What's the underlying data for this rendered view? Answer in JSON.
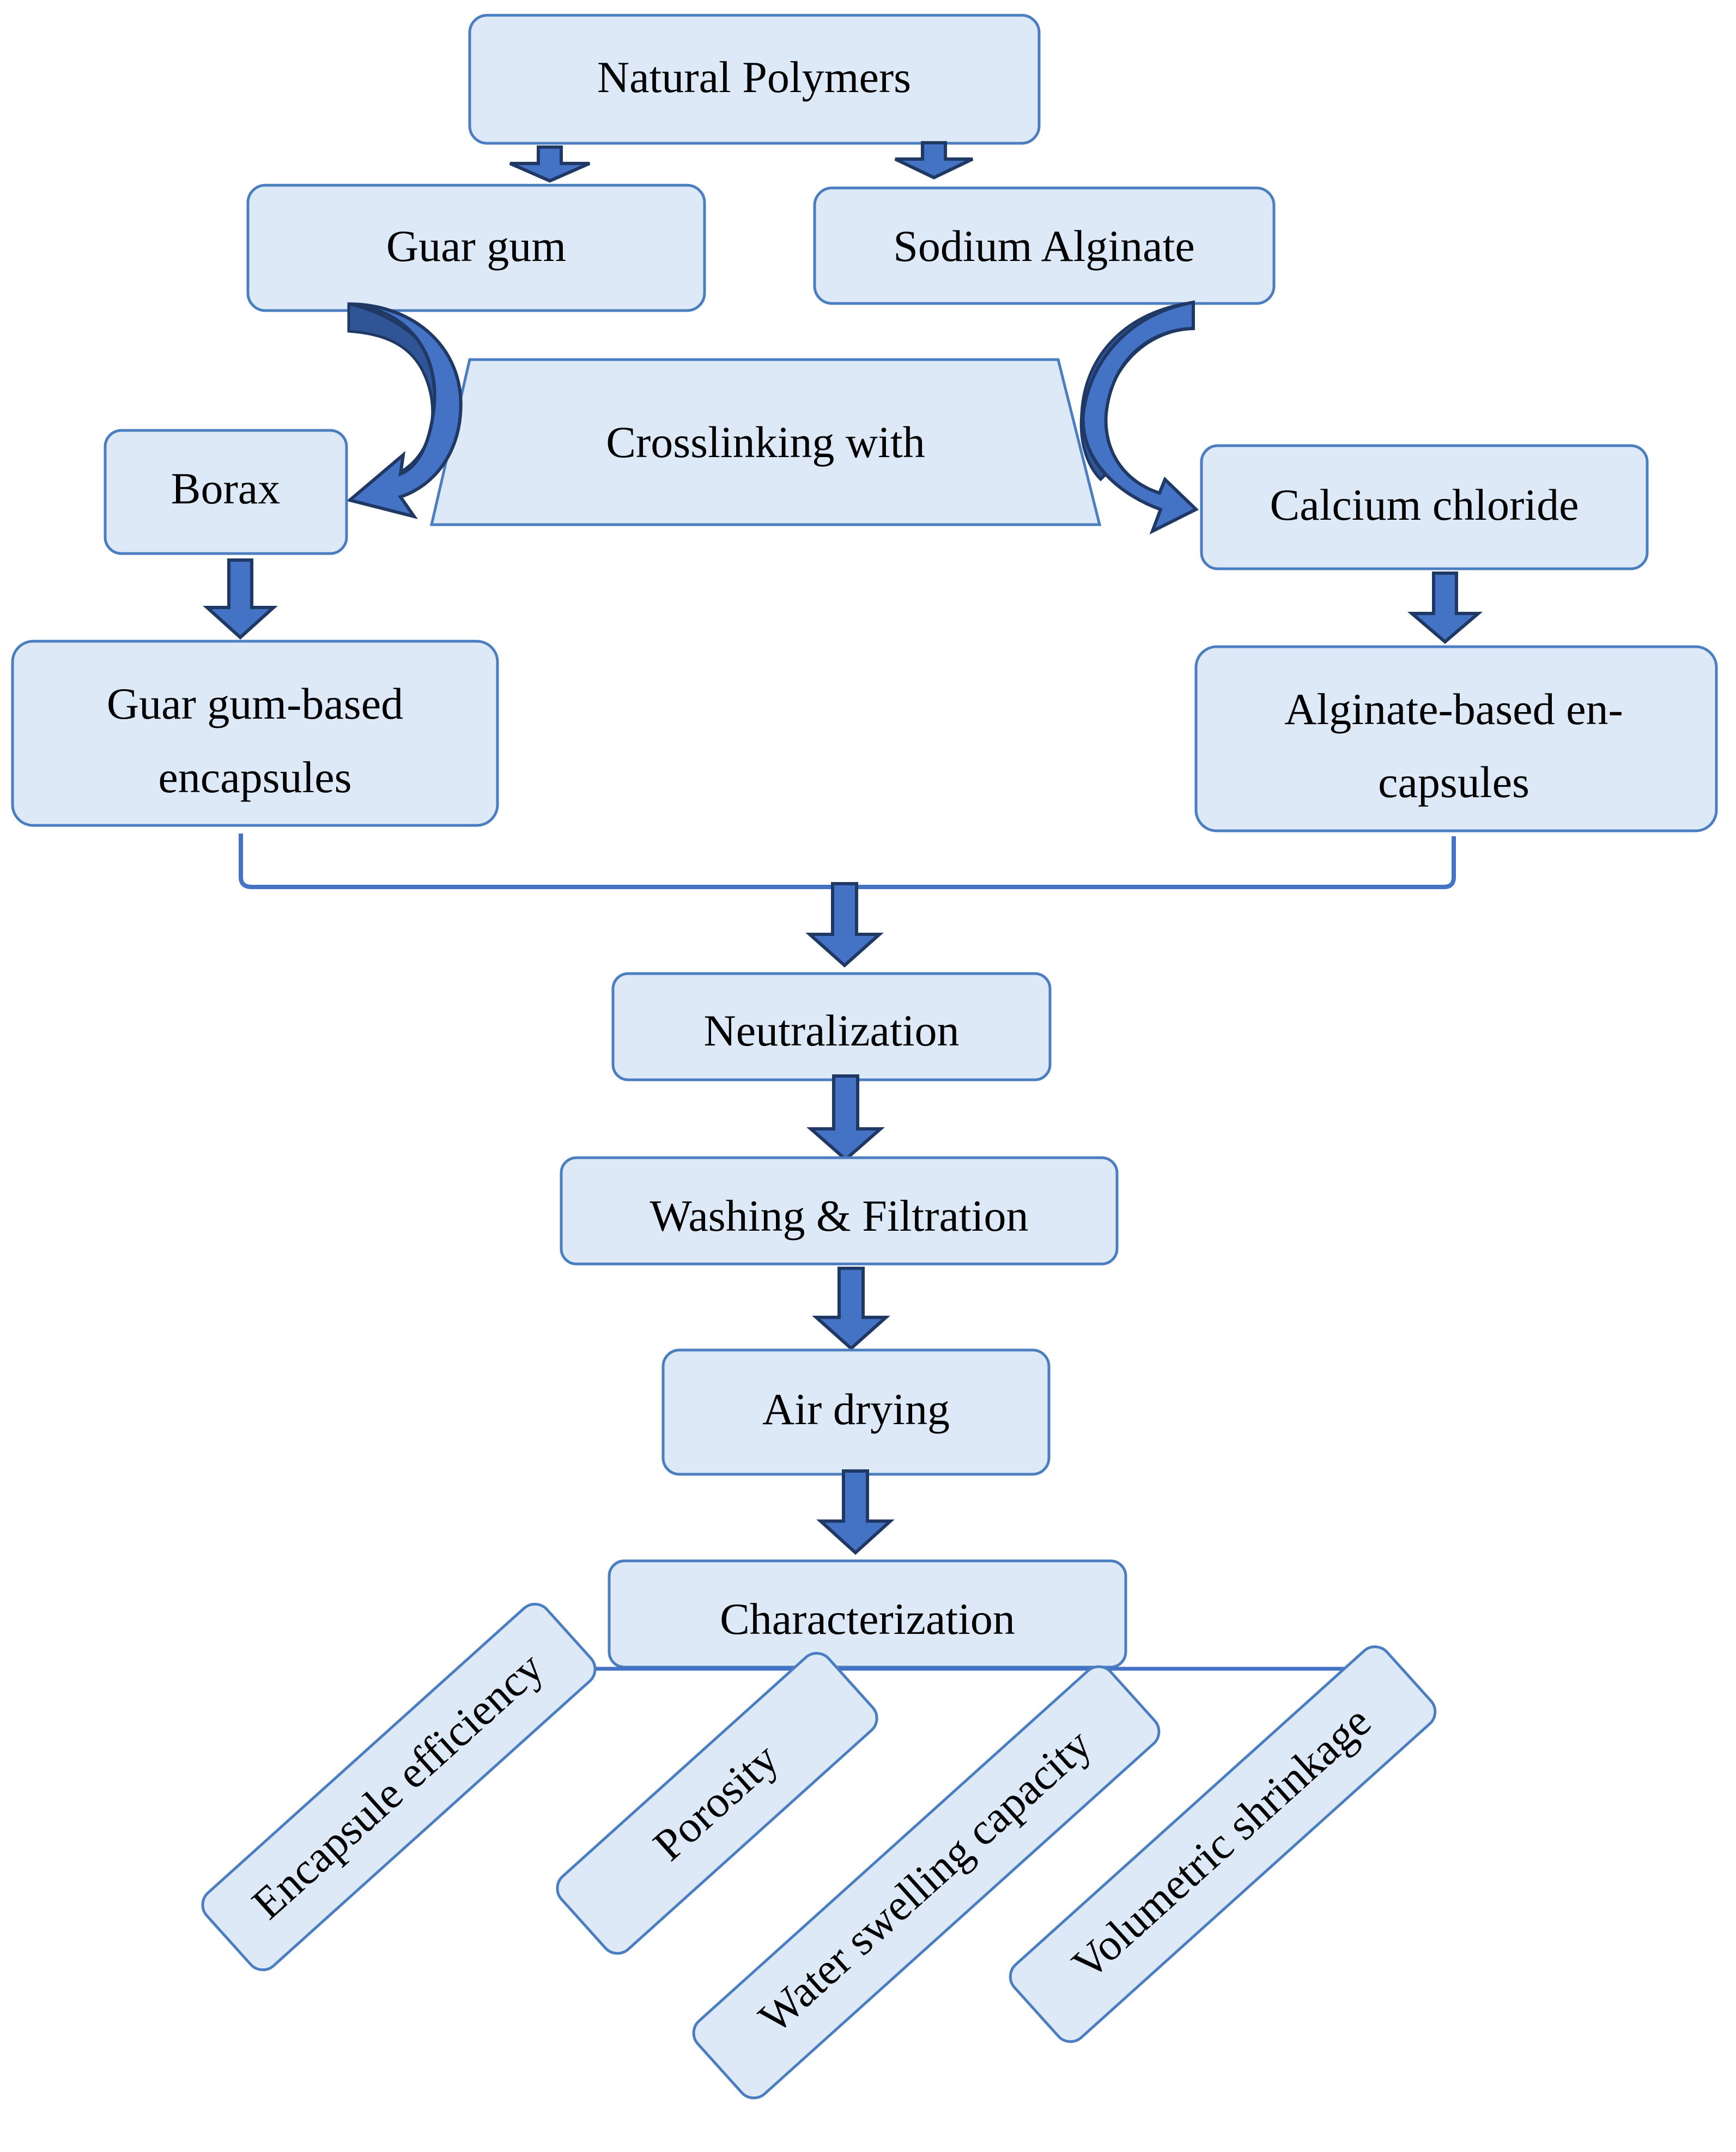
{
  "nodes": {
    "natural_polymers": "Natural Polymers",
    "guar_gum": "Guar gum",
    "sodium_alginate": "Sodium Alginate",
    "crosslinking": "Crosslinking with",
    "borax": "Borax",
    "calcium_chloride": "Calcium chloride",
    "guar_encapsules_1": "Guar gum-based",
    "guar_encapsules_2": "encapsules",
    "alginate_encapsules_1": "Alginate-based en-",
    "alginate_encapsules_2": "capsules",
    "neutralization": "Neutralization",
    "washing": "Washing & Filtration",
    "air_drying": "Air drying",
    "characterization": "Characterization"
  },
  "properties": [
    "Encapsule efficiency",
    "Porosity",
    "Water swelling capacity",
    "Volumetric shrinkage"
  ],
  "colors": {
    "box_fill": "#dde9f6",
    "box_border": "#4a7ec0",
    "arrow_fill": "#4472c4",
    "arrow_outline": "#1f3864"
  }
}
